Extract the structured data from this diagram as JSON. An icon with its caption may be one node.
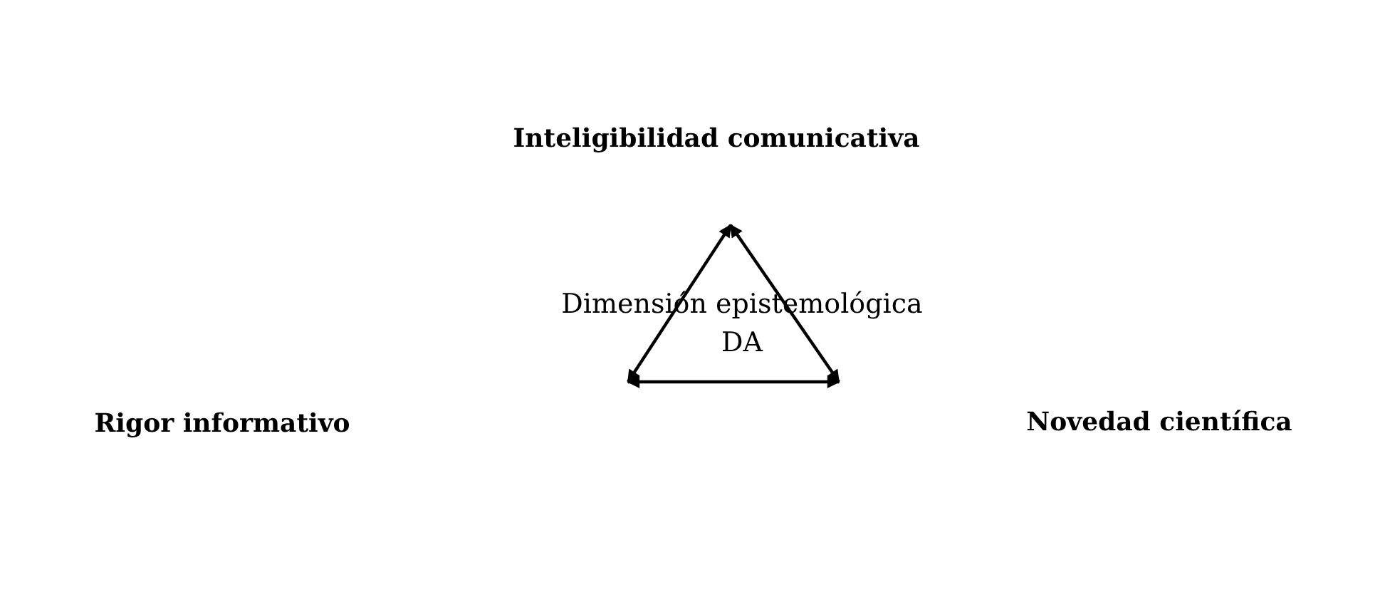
{
  "diagram": {
    "labels": [
      "Inteligibilidad comunicativa",
      "Dimensión epistemológica DA",
      "Rigor informativo",
      "Novedad científica"
    ]
  }
}
